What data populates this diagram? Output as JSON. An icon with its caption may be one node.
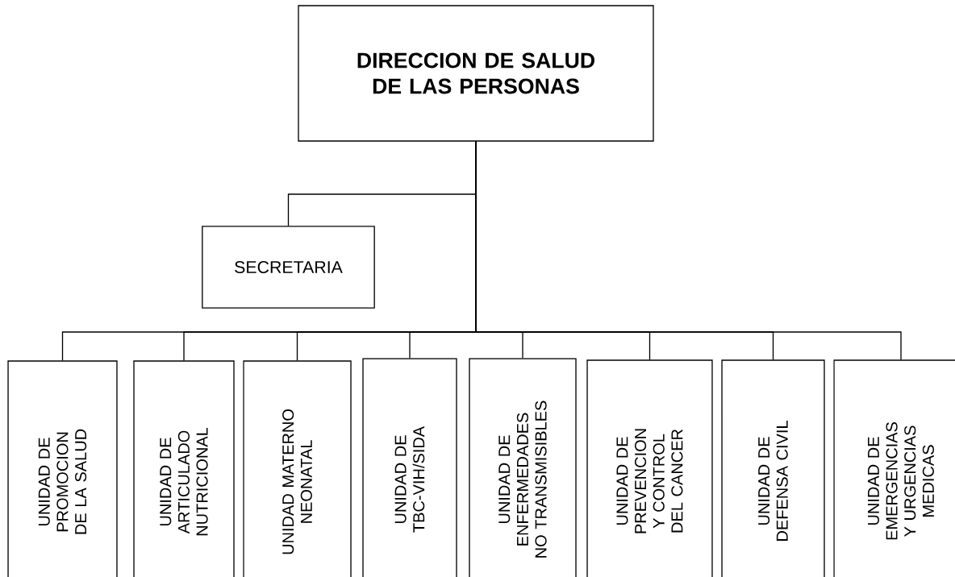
{
  "diagram": {
    "nodes": [
      {
        "text": [
          "DIRECCION DE SALUD DE LAS PERSONAS"
        ]
      },
      {
        "text": [
          "SECRETARIA"
        ]
      },
      {
        "text": [
          "UNIDAD DE PROMOCION DE LA SALUD"
        ]
      },
      {
        "text": [
          "UNIDAD DE ARTICULADO NUTRICIONAL"
        ]
      },
      {
        "text": [
          "UNIDAD MATERNO NEONATAL"
        ]
      },
      {
        "text": [
          "UNIDAD DE TBC-VIH/SIDA"
        ]
      },
      {
        "text": [
          "UNIDAD DE ENFERMEDADES NO TRANSMISIBLES"
        ]
      },
      {
        "text": [
          "UNIDAD DE PREVENCION Y CONTROL DEL CANCER"
        ]
      },
      {
        "text": [
          "UNIDAD DE DEFENSA CIVIL"
        ]
      },
      {
        "text": [
          "UNIDAD DE EMERGENCIAS Y URGENCIAS MEDICAS"
        ]
      }
    ],
    "edges": [
      {
        "from": 0,
        "to": 1,
        "arrow": "none"
      },
      {
        "from": 0,
        "to": 2,
        "arrow": "none"
      },
      {
        "from": 0,
        "to": 3,
        "arrow": "none"
      },
      {
        "from": 0,
        "to": 4,
        "arrow": "none"
      },
      {
        "from": 0,
        "to": 5,
        "arrow": "none"
      },
      {
        "from": 0,
        "to": 6,
        "arrow": "none"
      },
      {
        "from": 0,
        "to": 7,
        "arrow": "none"
      },
      {
        "from": 0,
        "to": 8,
        "arrow": "none"
      },
      {
        "from": 0,
        "to": 9,
        "arrow": "none"
      }
    ]
  }
}
